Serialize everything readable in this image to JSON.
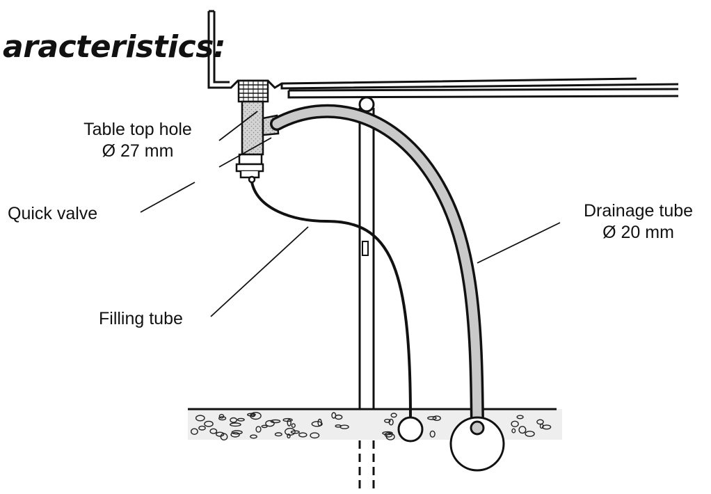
{
  "heading": "aracteristics:",
  "labels": {
    "table_top_hole": {
      "line1": "Table top hole",
      "line2": "Ø 27 mm"
    },
    "quick_valve": "Quick valve",
    "filling_tube": "Filling tube",
    "drainage_tube": {
      "line1": "Drainage tube",
      "line2": "Ø 20 mm"
    }
  },
  "colors": {
    "ink": "#111111",
    "tube_fill": "#c9c9c9",
    "ground_dots": "#222222"
  }
}
